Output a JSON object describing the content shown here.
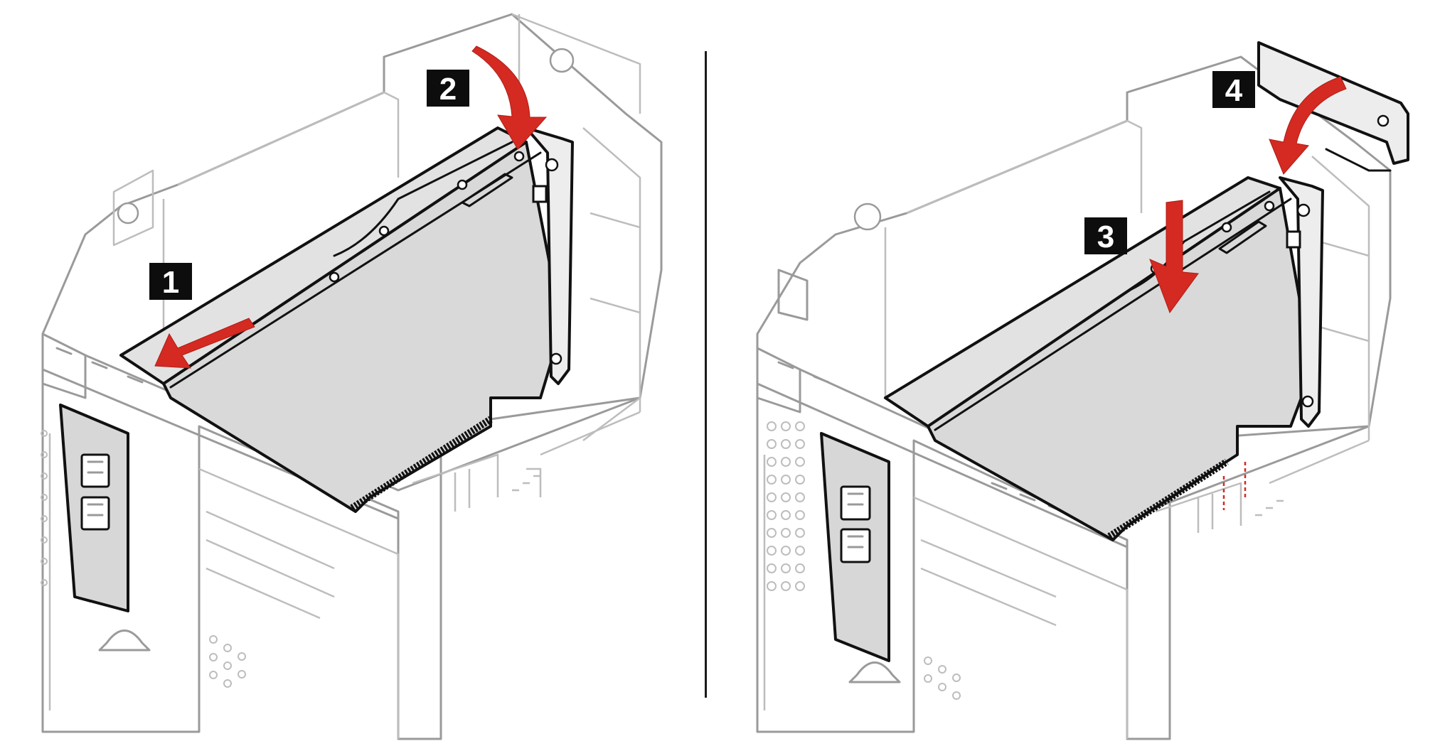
{
  "diagram": {
    "steps": [
      {
        "label": "1",
        "action": "slide-in"
      },
      {
        "label": "2",
        "action": "rotate-down"
      },
      {
        "label": "3",
        "action": "press-down"
      },
      {
        "label": "4",
        "action": "rotate-closed"
      }
    ],
    "colors": {
      "arrow": "#d42a22",
      "badge_background": "#0d0d0d",
      "badge_text": "#ffffff",
      "chassis_line": "#9a9a9a",
      "card_fill": "#d9d9d9",
      "card_outline": "#111111"
    }
  }
}
